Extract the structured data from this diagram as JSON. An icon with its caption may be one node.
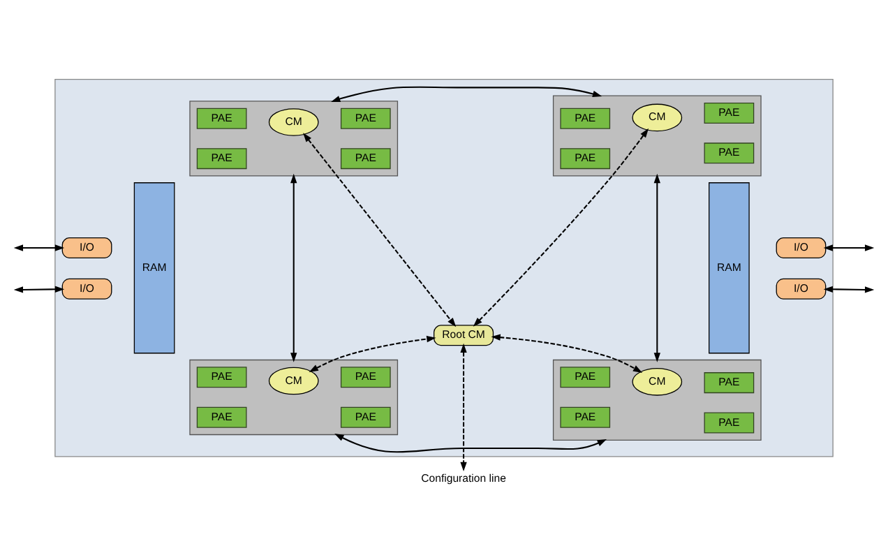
{
  "diagram": {
    "nodes": [
      {
        "text": [
          "Configuration line"
        ]
      },
      {
        "text": [],
        "shape": "box"
      },
      {
        "text": [
          "I/O"
        ],
        "in": 1
      },
      {
        "text": [
          "RAM"
        ],
        "in": 1
      },
      {
        "text": [],
        "shape": "box",
        "in": 1
      },
      {
        "text": [
          "PAE"
        ],
        "in": 4
      },
      {
        "text": [
          "PAE"
        ],
        "in": 4
      },
      {
        "text": [
          "CM"
        ],
        "in": 4
      },
      {
        "text": [
          "PAE"
        ],
        "in": 4
      },
      {
        "text": [
          "PAE"
        ],
        "in": 4
      },
      {
        "text": [],
        "shape": "box",
        "in": 1
      },
      {
        "text": [
          "PAE"
        ],
        "in": 10
      },
      {
        "text": [
          "PAE"
        ],
        "in": 10
      },
      {
        "text": [
          "CM"
        ],
        "in": 10
      },
      {
        "text": [
          "PAE"
        ],
        "in": 10
      },
      {
        "text": [
          "PAE"
        ],
        "in": 10
      },
      {
        "text": [
          "RAM"
        ],
        "in": 1
      },
      {
        "text": [
          "I/O"
        ],
        "in": 1
      },
      {
        "text": [
          "Root CM"
        ],
        "in": 1
      },
      {
        "text": [],
        "shape": "box",
        "in": 1
      },
      {
        "text": [
          "PAE"
        ],
        "in": 19
      },
      {
        "text": [
          "PAE"
        ],
        "in": 19
      },
      {
        "text": [
          "CM"
        ],
        "in": 19
      },
      {
        "text": [
          "PAE"
        ],
        "in": 19
      },
      {
        "text": [
          "PAE"
        ],
        "in": 19
      },
      {
        "text": [],
        "shape": "box",
        "in": 1
      },
      {
        "text": [
          "PAE"
        ],
        "in": 25
      },
      {
        "text": [
          "PAE"
        ],
        "in": 25
      },
      {
        "text": [
          "CM"
        ],
        "in": 25
      },
      {
        "text": [
          "PAE"
        ],
        "in": 25
      },
      {
        "text": [
          "PAE"
        ],
        "in": 25
      },
      {
        "text": [
          "I/O"
        ],
        "in": 1
      },
      {
        "text": [
          "I/O"
        ],
        "in": 1
      }
    ],
    "edges": [
      {
        "from": null,
        "to": 2,
        "arrow": "both"
      },
      {
        "from": null,
        "to": 17,
        "arrow": "both"
      },
      {
        "from": null,
        "to": 31,
        "arrow": "both"
      },
      {
        "from": null,
        "to": 32,
        "arrow": "both"
      },
      {
        "from": 4,
        "to": 10,
        "arrow": "both"
      },
      {
        "from": 4,
        "to": 19,
        "arrow": "both"
      },
      {
        "from": 10,
        "to": 25,
        "arrow": "both"
      },
      {
        "from": 19,
        "to": 25,
        "arrow": "both"
      },
      {
        "from": 18,
        "to": 0,
        "arrow": "both",
        "style": "dashed"
      },
      {
        "from": 18,
        "to": 7,
        "arrow": "both",
        "style": "dashed"
      },
      {
        "from": 18,
        "to": 13,
        "arrow": "both",
        "style": "dashed"
      },
      {
        "from": 18,
        "to": 22,
        "arrow": "both",
        "style": "dashed"
      },
      {
        "from": 18,
        "to": 28,
        "arrow": "both",
        "style": "dashed"
      }
    ]
  }
}
